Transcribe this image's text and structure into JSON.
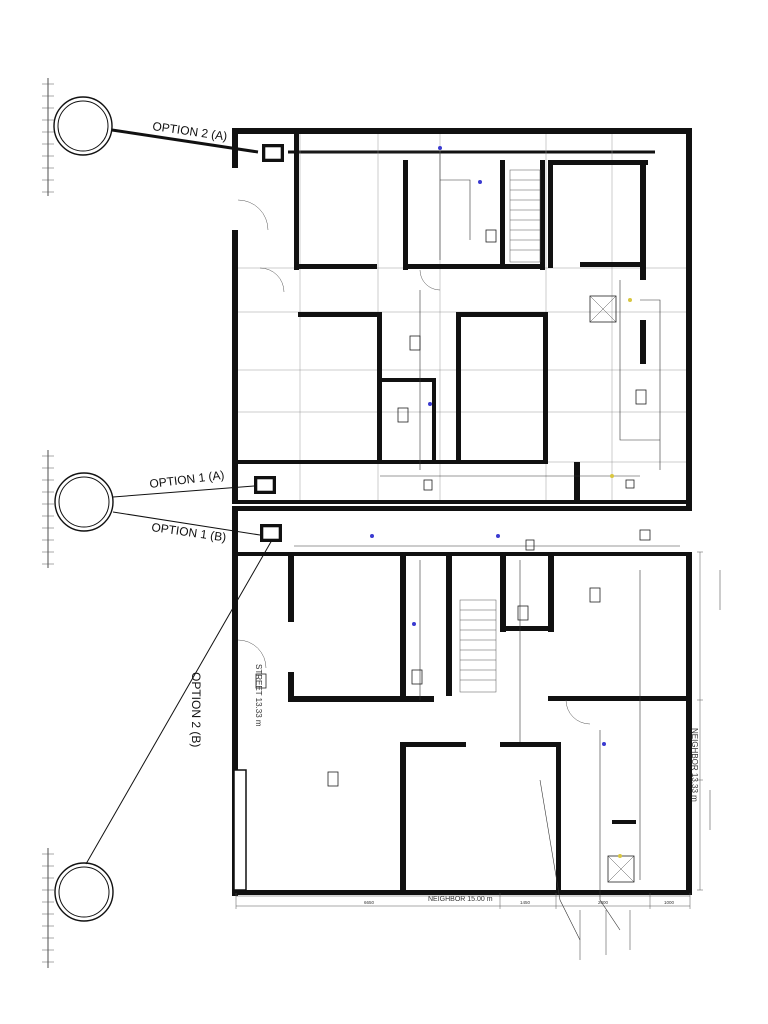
{
  "options": {
    "opt2a": "OPTION 2 (A)",
    "opt1a": "OPTION 1 (A)",
    "opt1b": "OPTION 1 (B)",
    "opt2b": "OPTION 2 (B)"
  },
  "labels": {
    "street": "STREET 13.33 m",
    "neighbor_right": "NEIGHBOR 13.33 m",
    "neighbor_bottom": "NEIGHBOR 15.00 m"
  },
  "dimensions": [
    "6650",
    "1450",
    "2000",
    "1000"
  ],
  "colors": {
    "line": "#111111",
    "grid": "#999999",
    "accent": "#3a3ad0",
    "fixture": "#d8c640"
  }
}
